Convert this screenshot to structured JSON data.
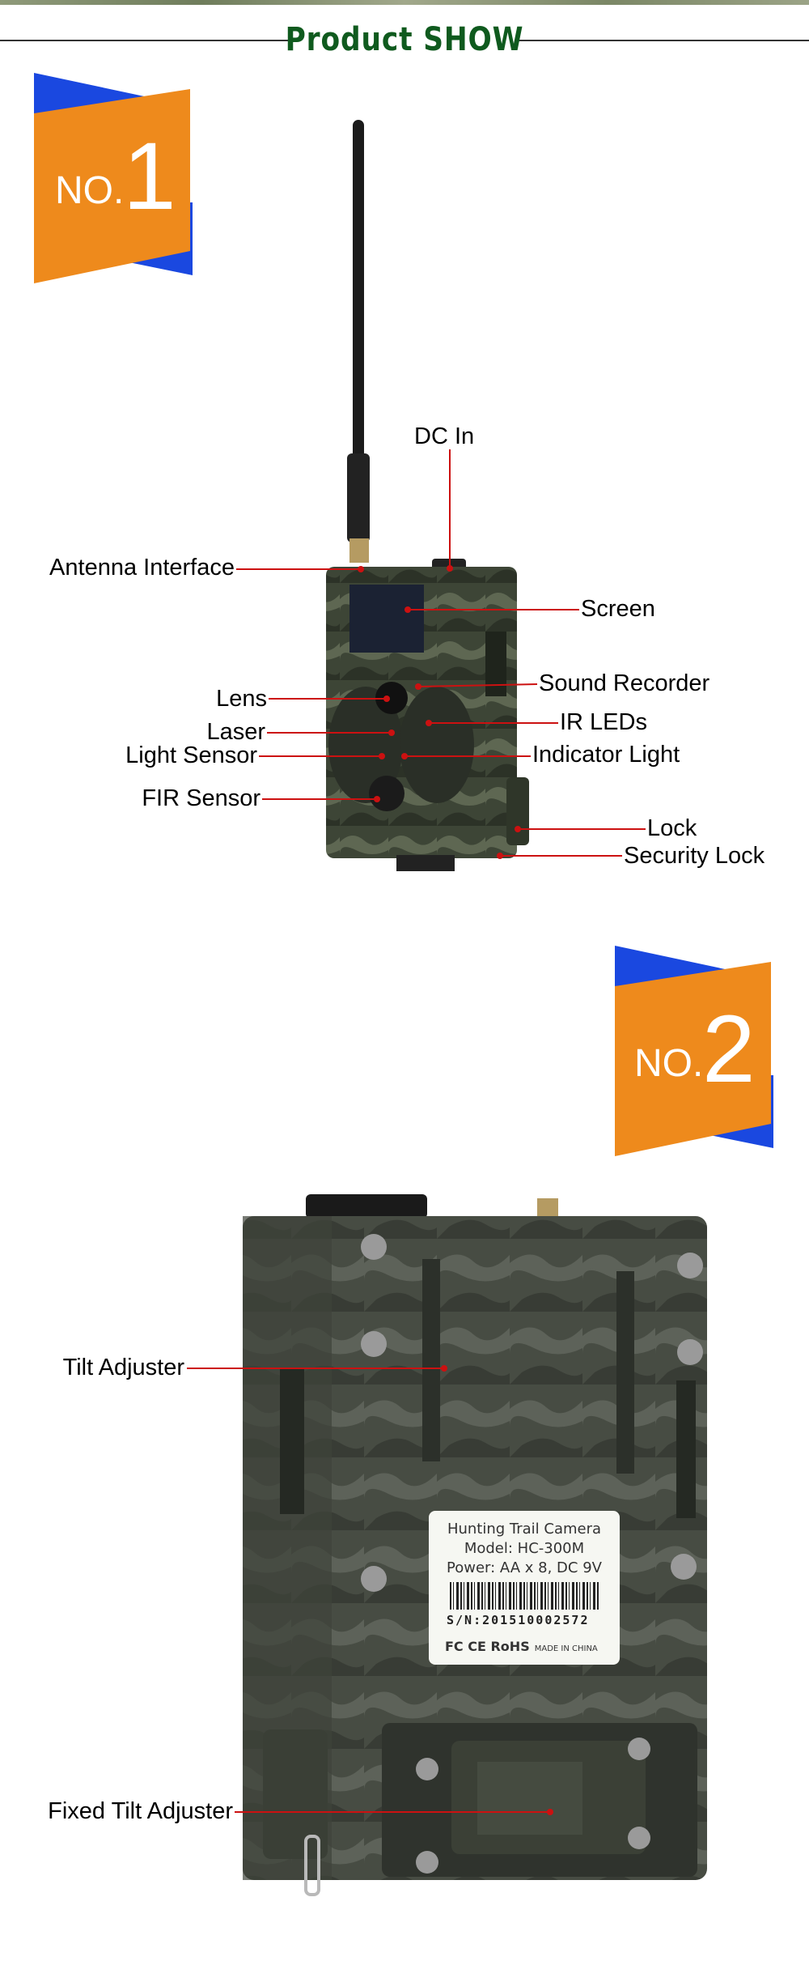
{
  "header": {
    "title": "Product SHOW"
  },
  "badge1": {
    "prefix": "NO.",
    "number": "1"
  },
  "badge2": {
    "prefix": "NO.",
    "number": "2"
  },
  "front_labels": {
    "dc_in": "DC In",
    "antenna_interface": "Antenna Interface",
    "screen": "Screen",
    "lens": "Lens",
    "sound_recorder": "Sound Recorder",
    "laser": "Laser",
    "ir_leds": "IR LEDs",
    "light_sensor": "Light Sensor",
    "indicator_light": "Indicator Light",
    "fir_sensor": "FIR Sensor",
    "lock": "Lock",
    "security_lock": "Security Lock"
  },
  "back_labels": {
    "tilt_adjuster": "Tilt Adjuster",
    "fixed_tilt_adjuster": "Fixed Tilt Adjuster"
  },
  "sticker": {
    "line1": "Hunting Trail Camera",
    "line2": "Model: HC-300M",
    "line3": "Power: AA x 8, DC 9V",
    "serial": "S/N:201510002572",
    "certs": "FC CE RoHS",
    "made_in": "MADE IN CHINA"
  },
  "colors": {
    "title": "#0f5a1e",
    "badge_orange": "#ee8a1c",
    "badge_blue": "#1a48e0",
    "callout_line": "#cc1111",
    "camo_dark": "#3d4536",
    "camo_light": "#5e6752"
  }
}
